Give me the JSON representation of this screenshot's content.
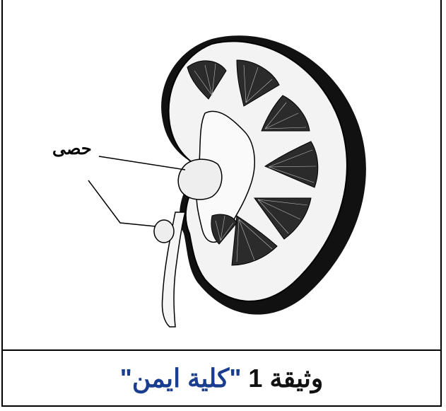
{
  "diagram": {
    "stone_label": "حصى"
  },
  "caption": {
    "prefix": "وثيقة",
    "number": "1",
    "quote_open": "\"",
    "title": "كلية ايمن",
    "quote_close": "\""
  },
  "colors": {
    "ink": "#000000",
    "caption_title": "#1a3e8f",
    "background": "#ffffff"
  }
}
